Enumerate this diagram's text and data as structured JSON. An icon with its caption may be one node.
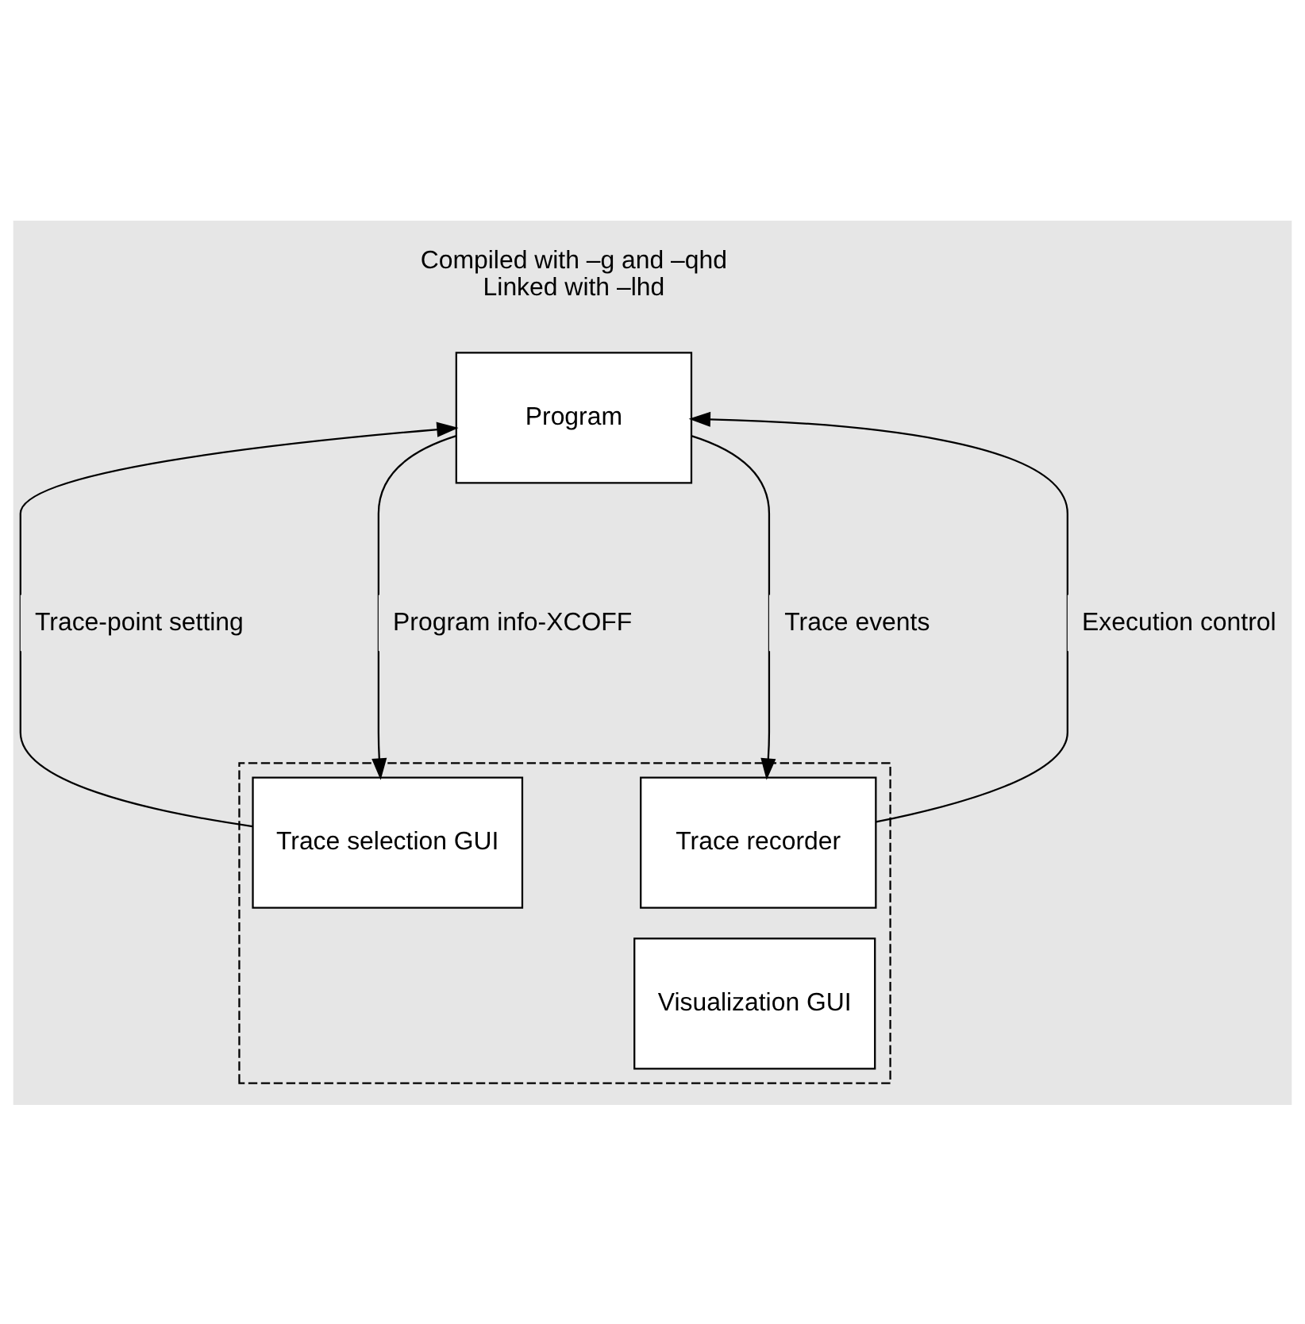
{
  "diagram": {
    "nodes": [
      {
        "text": [
          "Program"
        ],
        "beside": [
          "Compiled with –g and –qhd",
          "Linked with –lhd"
        ]
      },
      {
        "text": [],
        "shape": "box"
      },
      {
        "text": [
          "Trace selection GUI"
        ],
        "in": 1
      },
      {
        "text": [
          "Trace recorder"
        ],
        "in": 1
      },
      {
        "text": [
          "Visualization GUI"
        ],
        "in": 1
      }
    ],
    "edges": [
      {
        "from": 0,
        "to": 2,
        "arrow": "to",
        "label": "Program info-XCOFF"
      },
      {
        "from": 2,
        "to": 0,
        "arrow": "to",
        "label": "Trace-point setting"
      },
      {
        "from": 3,
        "to": 0,
        "arrow": "to",
        "label": "Execution control"
      },
      {
        "from": 0,
        "to": 3,
        "arrow": "to",
        "label": "Trace events"
      }
    ]
  }
}
